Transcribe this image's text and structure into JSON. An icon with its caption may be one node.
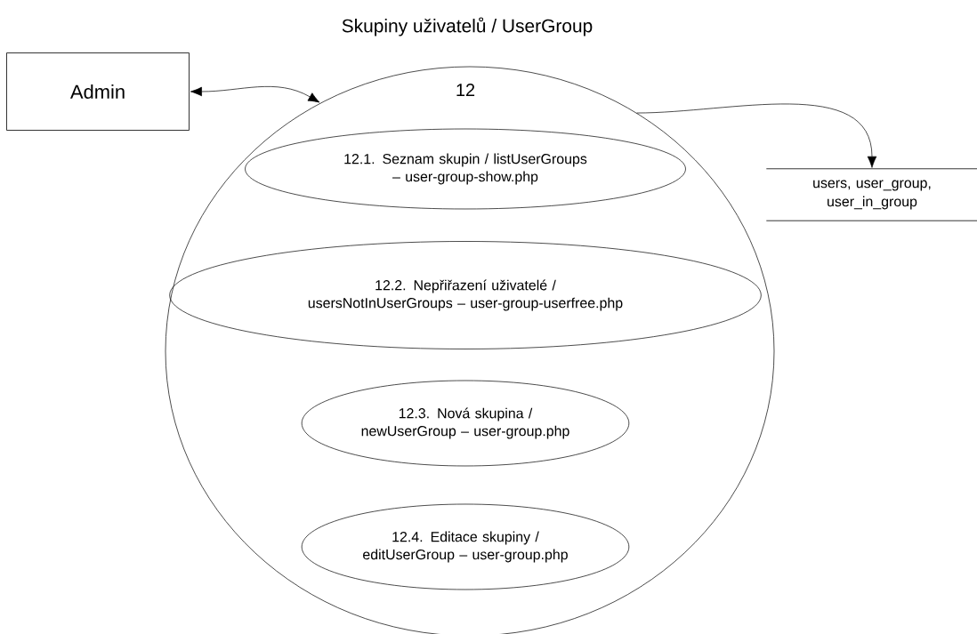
{
  "diagram": {
    "title": "Skupiny uživatelů / UserGroup",
    "nodes": [
      {
        "text": [
          "Admin"
        ]
      },
      {
        "text": [
          "12"
        ]
      },
      {
        "text": [
          "12.1. Seznam skupin / listUserGroups – user-group-show.php"
        ],
        "in": 1
      },
      {
        "text": [
          "12.2. Nepřiřazení uživatelé / usersNotInUserGroups – user-group-userfree.php"
        ],
        "in": 1
      },
      {
        "text": [
          "12.3. Nová skupina / newUserGroup – user-group.php"
        ],
        "in": 1
      },
      {
        "text": [
          "12.4. Editace skupiny / editUserGroup – user-group.php"
        ],
        "in": 1
      },
      {
        "text": [
          "users, user_group, user_in_group"
        ]
      }
    ],
    "edges": [
      {
        "from": 0,
        "to": 1,
        "arrow": "both"
      },
      {
        "from": 1,
        "to": 6,
        "arrow": "to"
      }
    ]
  }
}
